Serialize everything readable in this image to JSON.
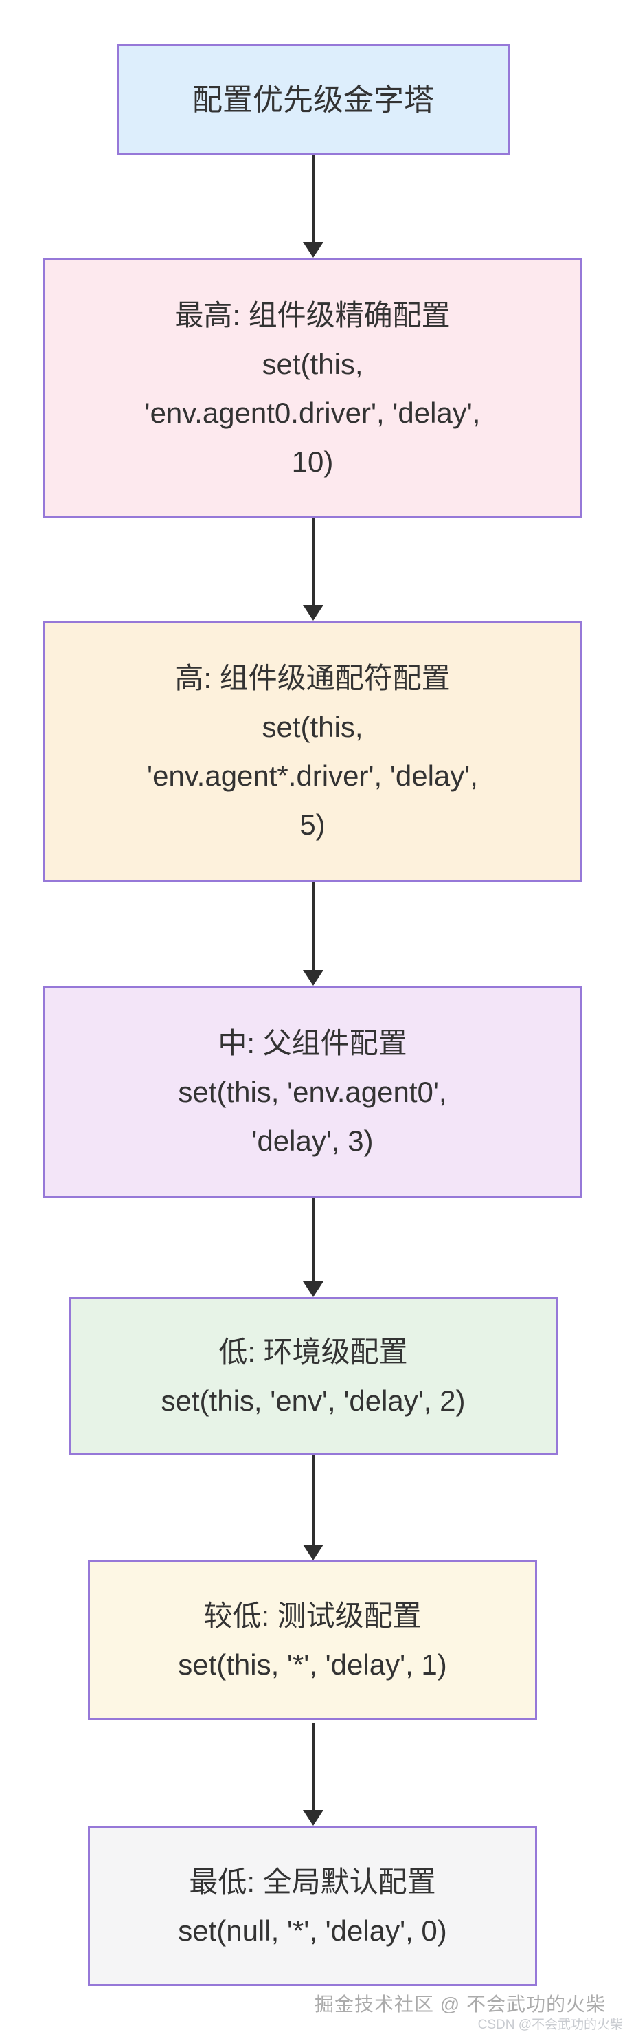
{
  "page": {
    "background": "#ffffff"
  },
  "flowchart": {
    "border_color": "#9678d8",
    "text_color": "#333333",
    "arrow_color": "#2e2e2e",
    "nodes": [
      {
        "id": "title",
        "fill": "#ddeefc",
        "lines": [
          "配置优先级金字塔"
        ]
      },
      {
        "id": "highest",
        "fill": "#fde9ee",
        "lines": [
          "最高: 组件级精确配置",
          "set(this,",
          "'env.agent0.driver', 'delay',",
          "10)"
        ]
      },
      {
        "id": "high",
        "fill": "#fdf1dc",
        "lines": [
          "高: 组件级通配符配置",
          "set(this,",
          "'env.agent*.driver', 'delay',",
          "5)"
        ]
      },
      {
        "id": "medium",
        "fill": "#f3e5f8",
        "lines": [
          "中: 父组件配置",
          "set(this, 'env.agent0',",
          "'delay', 3)"
        ]
      },
      {
        "id": "low",
        "fill": "#e7f3e7",
        "lines": [
          "低: 环境级配置",
          "set(this, 'env', 'delay', 2)"
        ]
      },
      {
        "id": "lower",
        "fill": "#fdf7e4",
        "lines": [
          "较低: 测试级配置",
          "set(this, '*', 'delay', 1)"
        ]
      },
      {
        "id": "lowest",
        "fill": "#f5f5f6",
        "lines": [
          "最低: 全局默认配置",
          "set(null, '*', 'delay', 0)"
        ]
      }
    ]
  },
  "watermark": {
    "juejin": "掘金技术社区 @ 不会武功的火柴",
    "csdn": "CSDN @不会武功的火柴"
  }
}
